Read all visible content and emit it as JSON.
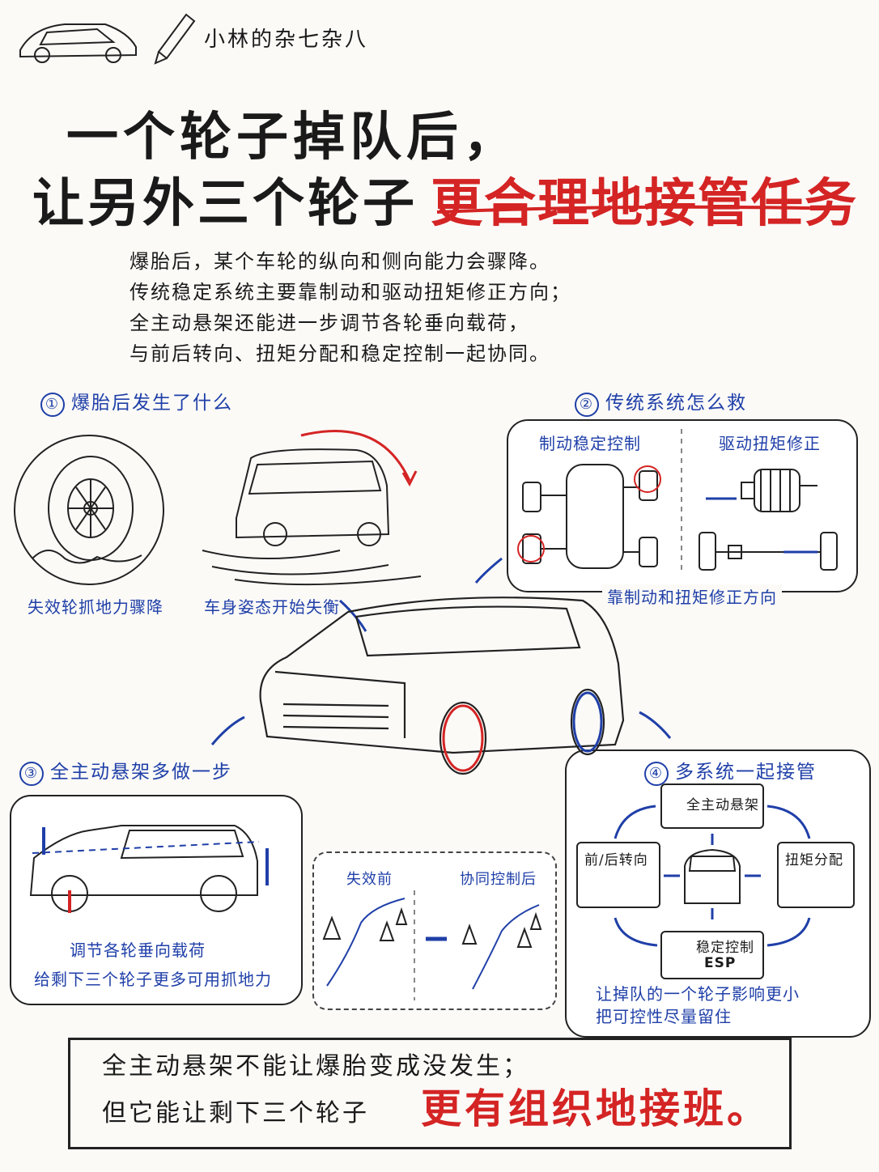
{
  "brand": "小林的杂七杂八",
  "title": {
    "line1": "一个轮子掉队后，",
    "line2_black": "让另外三个轮子",
    "line2_red": "更合理地接管任务"
  },
  "intro": [
    "爆胎后，某个车轮的纵向和侧向能力会骤降。",
    "传统稳定系统主要靠制动和驱动扭矩修正方向；",
    "全主动悬架还能进一步调节各轮垂向载荷，",
    "与前后转向、扭矩分配和稳定控制一起协同。"
  ],
  "sections": {
    "s1": {
      "num": "①",
      "title": "爆胎后发生了什么",
      "cap_left": "失效轮抓地力骤降",
      "cap_right": "车身姿态开始失衡"
    },
    "s2": {
      "num": "②",
      "title": "传统系统怎么救",
      "left_label": "制动稳定控制",
      "right_label": "驱动扭矩修正",
      "caption": "靠制动和扭矩修正方向"
    },
    "s3": {
      "num": "③",
      "title": "全主动悬架多做一步",
      "cap1": "调节各轮垂向载荷",
      "cap2": "给剩下三个轮子更多可用抓地力",
      "before": "失效前",
      "after": "协同控制后"
    },
    "s4": {
      "num": "④",
      "title": "多系统一起接管",
      "top": "全主动悬架",
      "left": "前/后转向",
      "right": "扭矩分配",
      "bottom": "稳定控制",
      "esp": "ESP",
      "cap1": "让掉队的一个轮子影响更小",
      "cap2": "把可控性尽量留住"
    }
  },
  "bottom": {
    "line1": "全主动悬架不能让爆胎变成没发生；",
    "line2": "但它能让剩下三个轮子",
    "highlight": "更有组织地接班。"
  },
  "colors": {
    "ink": "#1a1a1a",
    "accent_red": "#d42424",
    "accent_blue": "#1f3fa8"
  }
}
